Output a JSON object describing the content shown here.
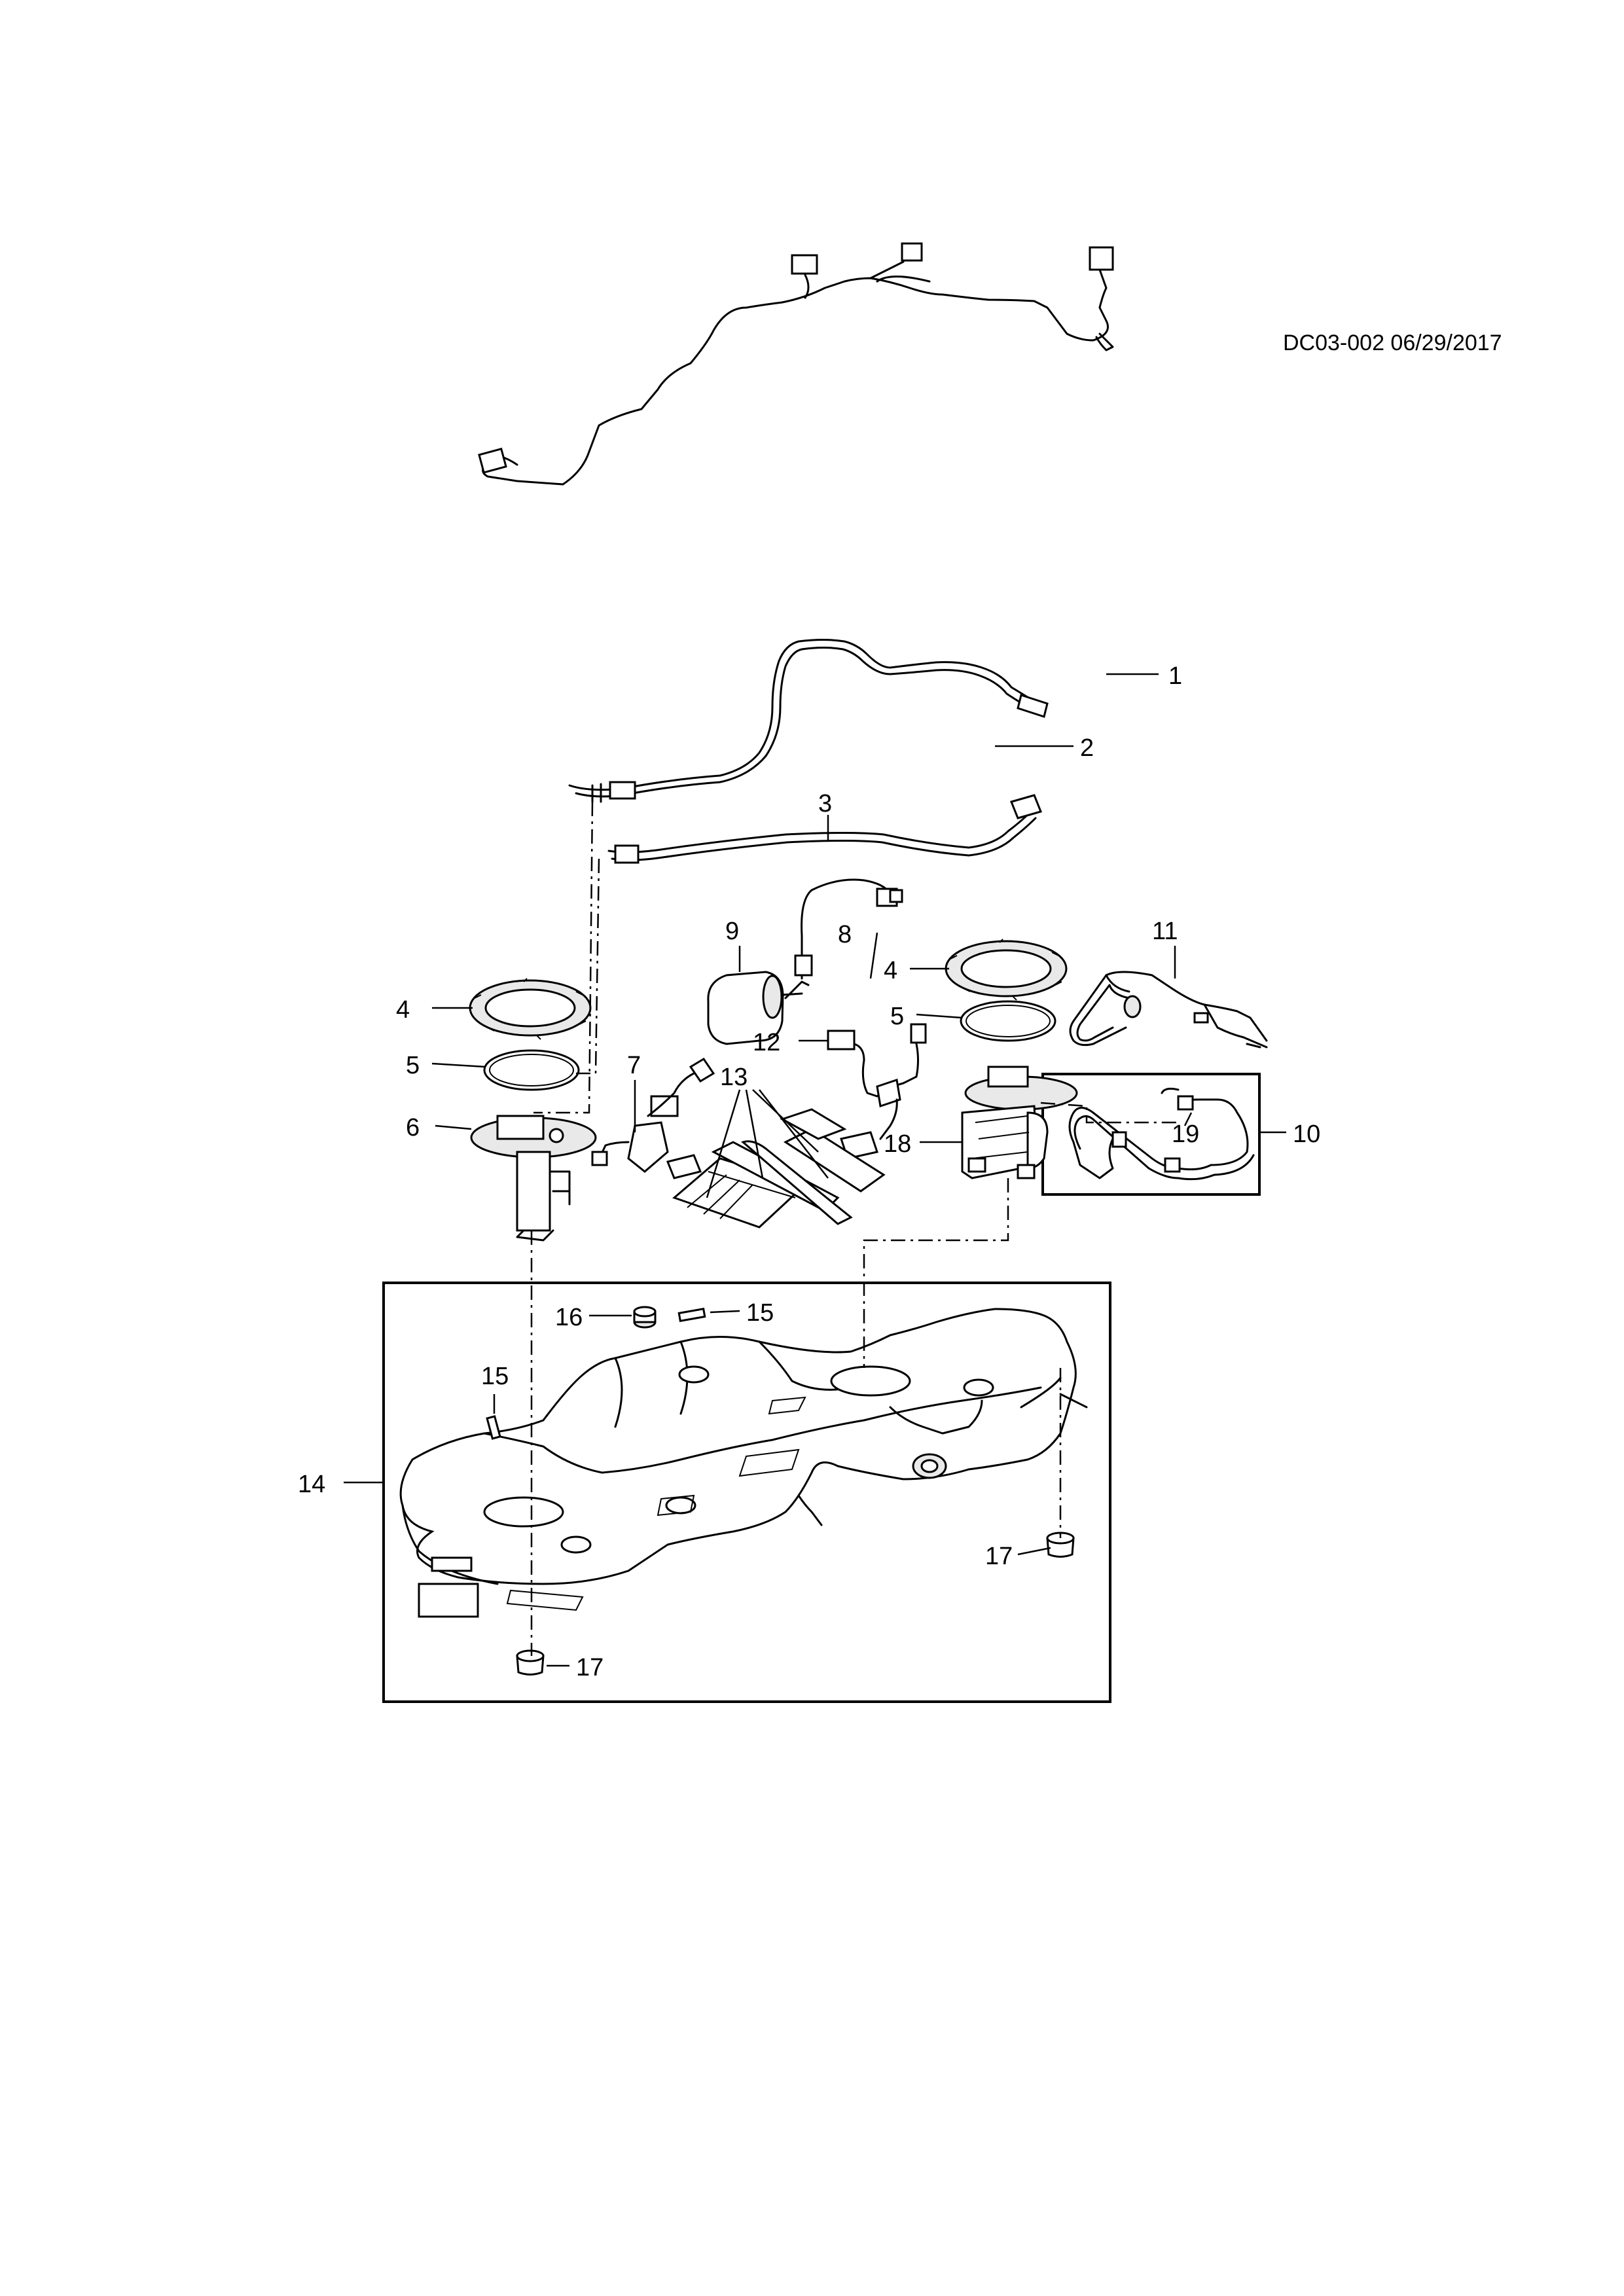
{
  "document_code": "DC03-002 06/29/2017",
  "callouts": [
    "1",
    "2",
    "3",
    "4",
    "5",
    "6",
    "7",
    "8",
    "9",
    "10",
    "11",
    "12",
    "13",
    "14",
    "15",
    "16",
    "17",
    "18",
    "19"
  ],
  "parts": [
    {
      "ref": "1",
      "icon": "wiring-harness-icon"
    },
    {
      "ref": "2",
      "icon": "fuel-line-icon"
    },
    {
      "ref": "3",
      "icon": "fuel-line-icon"
    },
    {
      "ref": "4",
      "icon": "lock-ring-icon"
    },
    {
      "ref": "5",
      "icon": "seal-ring-icon"
    },
    {
      "ref": "6",
      "icon": "fuel-sender-icon"
    },
    {
      "ref": "7",
      "icon": "sensor-harness-icon"
    },
    {
      "ref": "8",
      "icon": "sensor-wire-icon"
    },
    {
      "ref": "9",
      "icon": "filter-canister-icon"
    },
    {
      "ref": "10",
      "icon": "pipe-assembly-icon"
    },
    {
      "ref": "11",
      "icon": "vent-hose-icon"
    },
    {
      "ref": "12",
      "icon": "connector-harness-icon"
    },
    {
      "ref": "13",
      "icon": "heat-shield-icon"
    },
    {
      "ref": "14",
      "icon": "fuel-tank-icon"
    },
    {
      "ref": "15",
      "icon": "pin-icon"
    },
    {
      "ref": "16",
      "icon": "grommet-icon"
    },
    {
      "ref": "17",
      "icon": "bumper-icon"
    },
    {
      "ref": "18",
      "icon": "fuel-pump-module-icon"
    },
    {
      "ref": "19",
      "icon": "pipe-icon"
    }
  ]
}
